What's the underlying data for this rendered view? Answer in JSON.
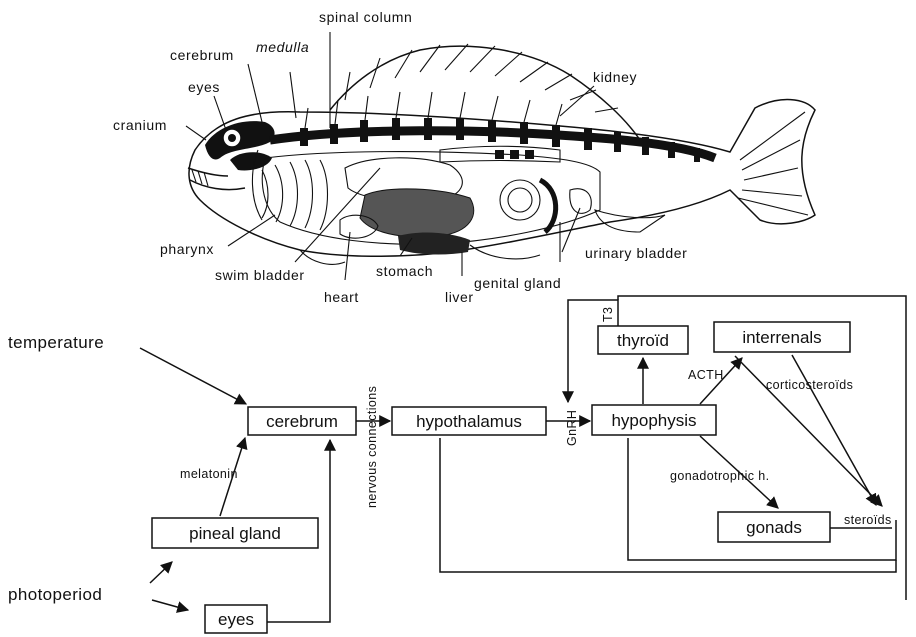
{
  "fish_labels": {
    "spinal_column": "spinal column",
    "cerebrum": "cerebrum",
    "medulla": "medulla",
    "eyes": "eyes",
    "cranium": "cranium",
    "kidney": "kidney",
    "pharynx": "pharynx",
    "swim_bladder": "swim bladder",
    "heart": "heart",
    "stomach": "stomach",
    "liver": "liver",
    "genital_gland": "genital gland",
    "urinary_bladder": "urinary bladder"
  },
  "inputs": {
    "temperature": "temperature",
    "photoperiod": "photoperiod"
  },
  "boxes": {
    "cerebrum": "cerebrum",
    "hypothalamus": "hypothalamus",
    "hypophysis": "hypophysis",
    "thyroid": "thyroïd",
    "interrenals": "interrenals",
    "gonads": "gonads",
    "pineal_gland": "pineal gland",
    "eyes": "eyes"
  },
  "arrow_labels": {
    "melatonin": "melatonin",
    "nervous_connections": "nervous connections",
    "gnrh": "GnRH",
    "t3": "T3",
    "acth": "ACTH",
    "corticosteroids": "corticosteroïds",
    "gonadotrophic": "gonadotrophic h.",
    "steroids": "steroïds"
  }
}
